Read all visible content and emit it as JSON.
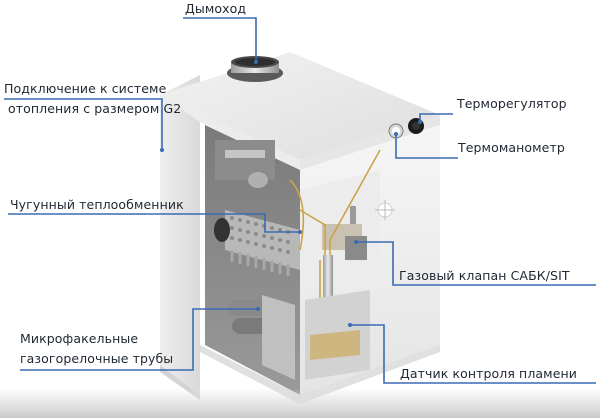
{
  "diagram": {
    "subject": "Напольный газовый котёл (разрез)",
    "accent_color": "#3a6bb5",
    "labels": [
      {
        "id": "chimney",
        "text": "Дымоход"
      },
      {
        "id": "connection_line1",
        "text": "Подключение к системе"
      },
      {
        "id": "connection_line2",
        "text": "отопления с размером G2"
      },
      {
        "id": "thermoregulator",
        "text": "Терморегулятор"
      },
      {
        "id": "thermomanometer",
        "text": "Термоманометр"
      },
      {
        "id": "heat_exchanger",
        "text": "Чугунный теплообменник"
      },
      {
        "id": "gas_valve",
        "text": "Газовый клапан САБК/SIT"
      },
      {
        "id": "burner_line1",
        "text": "Микрофакельные"
      },
      {
        "id": "burner_line2",
        "text": "газогорелочные трубы"
      },
      {
        "id": "flame_sensor",
        "text": "Датчик контроля пламени"
      }
    ]
  }
}
